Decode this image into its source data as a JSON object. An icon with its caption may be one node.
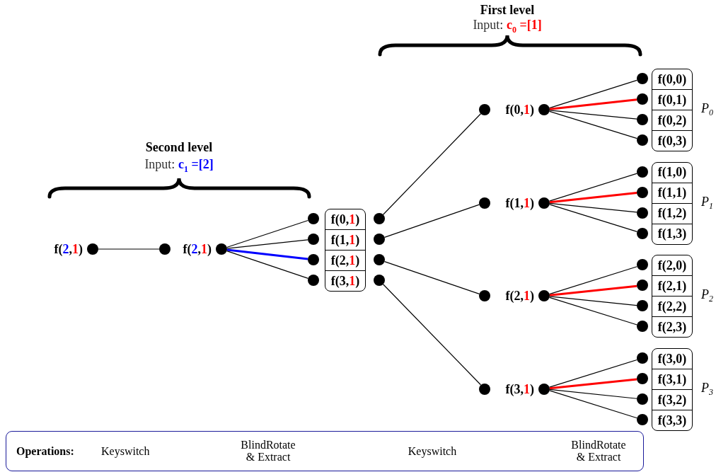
{
  "diagram": {
    "nodes": [
      {
        "text": [],
        "shape": "circle",
        "beside": [
          "f(2,1)"
        ]
      },
      {
        "text": [],
        "shape": "circle"
      },
      {
        "text": [],
        "shape": "circle",
        "beside": [
          "f(2,1)"
        ]
      },
      {
        "text": [],
        "shape": "circle"
      },
      {
        "text": [],
        "shape": "circle"
      },
      {
        "text": [],
        "shape": "circle"
      },
      {
        "text": [],
        "shape": "circle"
      },
      {
        "text": [],
        "shape": "box"
      },
      {
        "text": [
          "f(0,1)"
        ],
        "in": 7
      },
      {
        "text": [
          "f(1,1)"
        ],
        "in": 7
      },
      {
        "text": [
          "f(2,1)"
        ],
        "in": 7
      },
      {
        "text": [
          "f(3,1)"
        ],
        "in": 7
      },
      {
        "text": [],
        "shape": "circle"
      },
      {
        "text": [],
        "shape": "circle"
      },
      {
        "text": [],
        "shape": "circle"
      },
      {
        "text": [],
        "shape": "circle"
      },
      {
        "text": [],
        "shape": "circle"
      },
      {
        "text": [],
        "shape": "circle",
        "beside": [
          "f(0,1)"
        ]
      },
      {
        "text": [],
        "shape": "circle"
      },
      {
        "text": [],
        "shape": "circle"
      },
      {
        "text": [],
        "shape": "circle"
      },
      {
        "text": [],
        "shape": "circle"
      },
      {
        "text": [],
        "shape": "box",
        "beside": [
          "P$_{0}$"
        ]
      },
      {
        "text": [
          "f(0,0)"
        ],
        "in": 22
      },
      {
        "text": [
          "f(0,1)"
        ],
        "in": 22
      },
      {
        "text": [
          "f(0,2)"
        ],
        "in": 22
      },
      {
        "text": [
          "f(0,3)"
        ],
        "in": 22
      },
      {
        "text": [],
        "shape": "circle"
      },
      {
        "text": [],
        "shape": "circle",
        "beside": [
          "f(1,1)"
        ]
      },
      {
        "text": [],
        "shape": "circle"
      },
      {
        "text": [],
        "shape": "circle"
      },
      {
        "text": [],
        "shape": "circle"
      },
      {
        "text": [],
        "shape": "circle"
      },
      {
        "text": [],
        "shape": "box",
        "beside": [
          "P$_{1}$"
        ]
      },
      {
        "text": [
          "f(1,0)"
        ],
        "in": 33
      },
      {
        "text": [
          "f(1,1)"
        ],
        "in": 33
      },
      {
        "text": [
          "f(1,2)"
        ],
        "in": 33
      },
      {
        "text": [
          "f(1,3)"
        ],
        "in": 33
      },
      {
        "text": [],
        "shape": "circle"
      },
      {
        "text": [],
        "shape": "circle",
        "beside": [
          "f(2,1)"
        ]
      },
      {
        "text": [],
        "shape": "circle"
      },
      {
        "text": [],
        "shape": "circle"
      },
      {
        "text": [],
        "shape": "circle"
      },
      {
        "text": [],
        "shape": "circle"
      },
      {
        "text": [],
        "shape": "box",
        "beside": [
          "P$_{2}$"
        ]
      },
      {
        "text": [
          "f(2,0)"
        ],
        "in": 44
      },
      {
        "text": [
          "f(2,1)"
        ],
        "in": 44
      },
      {
        "text": [
          "f(2,2)"
        ],
        "in": 44
      },
      {
        "text": [
          "f(2,3)"
        ],
        "in": 44
      },
      {
        "text": [],
        "shape": "circle"
      },
      {
        "text": [],
        "shape": "circle",
        "beside": [
          "f(3,1)"
        ]
      },
      {
        "text": [],
        "shape": "circle"
      },
      {
        "text": [],
        "shape": "circle"
      },
      {
        "text": [],
        "shape": "circle"
      },
      {
        "text": [],
        "shape": "circle"
      },
      {
        "text": [],
        "shape": "box",
        "beside": [
          "P$_{3}$"
        ]
      },
      {
        "text": [
          "f(3,0)"
        ],
        "in": 55
      },
      {
        "text": [
          "f(3,1)"
        ],
        "in": 55
      },
      {
        "text": [
          "f(3,2)"
        ],
        "in": 55
      },
      {
        "text": [
          "f(3,3)"
        ],
        "in": 55
      },
      {
        "text": [
          "Operations:",
          "Keyswitch",
          "BlindRotate & Extract",
          "Keyswitch",
          "BlindRotate & Extract"
        ]
      }
    ],
    "edges": [
      {
        "from": 0,
        "to": 1,
        "arrow": "none"
      },
      {
        "from": 2,
        "to": 3,
        "arrow": "none"
      },
      {
        "from": 2,
        "to": 4,
        "arrow": "none"
      },
      {
        "from": 2,
        "to": 5,
        "arrow": "none",
        "style": "thick",
        "color": "#0000ff"
      },
      {
        "from": 2,
        "to": 6,
        "arrow": "none"
      },
      {
        "from": 12,
        "to": 16,
        "arrow": "none"
      },
      {
        "from": 13,
        "to": 27,
        "arrow": "none"
      },
      {
        "from": 14,
        "to": 38,
        "arrow": "none"
      },
      {
        "from": 15,
        "to": 49,
        "arrow": "none"
      },
      {
        "from": 17,
        "to": 18,
        "arrow": "none"
      },
      {
        "from": 17,
        "to": 19,
        "arrow": "none",
        "style": "thick",
        "color": "#ff0000"
      },
      {
        "from": 17,
        "to": 20,
        "arrow": "none"
      },
      {
        "from": 17,
        "to": 21,
        "arrow": "none"
      },
      {
        "from": 28,
        "to": 29,
        "arrow": "none"
      },
      {
        "from": 28,
        "to": 30,
        "arrow": "none",
        "style": "thick",
        "color": "#ff0000"
      },
      {
        "from": 28,
        "to": 31,
        "arrow": "none"
      },
      {
        "from": 28,
        "to": 32,
        "arrow": "none"
      },
      {
        "from": 39,
        "to": 40,
        "arrow": "none"
      },
      {
        "from": 39,
        "to": 41,
        "arrow": "none",
        "style": "thick",
        "color": "#ff0000"
      },
      {
        "from": 39,
        "to": 42,
        "arrow": "none"
      },
      {
        "from": 39,
        "to": 43,
        "arrow": "none"
      },
      {
        "from": 50,
        "to": 51,
        "arrow": "none"
      },
      {
        "from": 50,
        "to": 52,
        "arrow": "none",
        "style": "thick",
        "color": "#ff0000"
      },
      {
        "from": 50,
        "to": 53,
        "arrow": "none"
      },
      {
        "from": 50,
        "to": 54,
        "arrow": "none"
      }
    ],
    "labels": [
      "First level",
      "Input: **c$_{0}$ =[1]**",
      "Second level",
      "Input: **c$_{1}$ =[2]**"
    ]
  }
}
